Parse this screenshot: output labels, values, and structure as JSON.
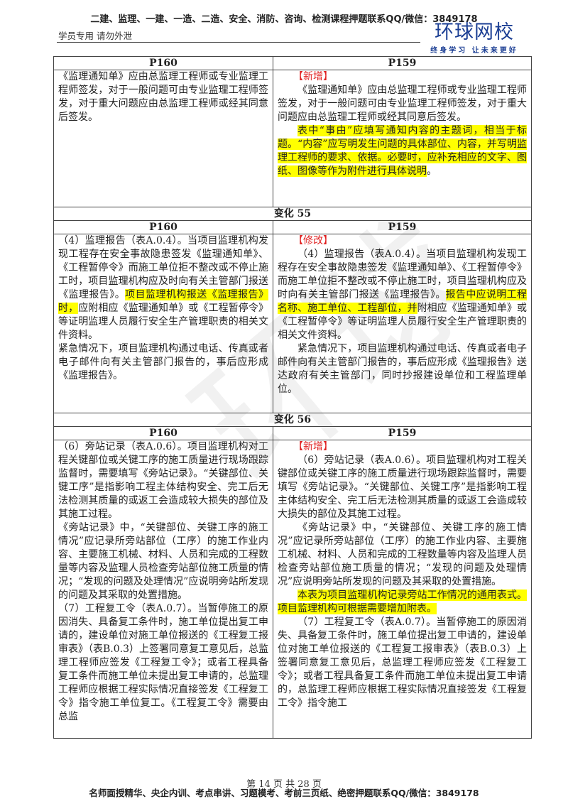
{
  "header": {
    "ad": "二建、监理、一建、一造、二造、安全、消防、咨询、检测课程押题联系QQ/微信：3849178",
    "student_note": "学员专用 请勿外泄",
    "logo": "环球网校",
    "slogan": "终身学习 让未来更好"
  },
  "watermark": "环球",
  "col_headers": {
    "left": "P160",
    "right": "P159"
  },
  "sec1": {
    "left": "《监理通知单》应由总监理工程师或专业监理工程师签发，对于一般问题可由专业监理工程师签发，对于重大问题应由总监理工程师或经其同意后签发。",
    "tag": "【新增】",
    "right_p1": "《监理通知单》应由总监理工程师或专业监理工程师签发，对于一般问题可由专业监理工程师签发，对于重大问题应由总监理工程师或经其同意后签发。",
    "right_p2_hl": "表中“事由”应填写通知内容的主题词，相当于标题。“内容”应写明发生问题的具体部位、内容，并写明监理工程师的要求、依据。必要时，应补充相应的文字、图纸、图像等作为附件进行具体说明",
    "right_p2_end": "。"
  },
  "sec2": {
    "caption": "变化 55",
    "left_a": "（4）监理报告（表A.0.4）。当项目监理机构发现工程存在安全事故隐患签发《监理通知单》、《工程暂停令》而施工单位拒不整改或不停止施工时，项目监理机构应及时向有关主管部门报送《监理报告》。",
    "left_hl": "项目监理机构报送《监理报告》时，",
    "left_b": "应附相应《监理通知单》或《工程暂停令》等证明监理人员履行安全生产管理职责的相关文件资料。",
    "left_p2": "紧急情况下，项目监理机构通过电话、传真或者电子邮件向有关主管部门报告的，事后应形成《监理报告》。",
    "tag": "【修改】",
    "right_a": "（4）监理报告（表A.0.4）。当项目监理机构发现工程存在安全事故隐患签发《监理通知单》、《工程暂停令》而施工单位拒不整改或不停止施工时，项目监理机构应及时向有关主管部门报送《监理报告》。",
    "right_hl": "报告中应说明工程名称、施工单位、工程部位，并",
    "right_b": "附相应《监理通知单》或《工程暂停令》等证明监理人员履行安全生产管理职责的相关文件资料。",
    "right_p2": "紧急情况下，项目监理机构通过电话、传真或者电子邮件向有关主管部门报告的，事后应形成《监理报告》送达政府有关主管部门，同时抄报建设单位和工程监理单位。"
  },
  "sec3": {
    "caption": "变化 56",
    "left_p1": "（6）旁站记录（表A.0.6）。项目监理机构对工程关键部位或关键工序的施工质量进行现场跟踪监督时，需要填写《旁站记录》。“关键部位、关键工序”是指影响工程主体结构安全、完工后无法检测其质量的或返工会造成较大损失的部位及其施工过程。",
    "left_p2": "《旁站记录》中，“关键部位、关键工序的施工情况”应记录所旁站部位（工序）的施工作业内容、主要施工机械、材料、人员和完成的工程数量等内容及监理人员检查旁站部位施工质量的情况；“发现的问题及处理情况”应说明旁站所发现的问题及其采取的处置措施。",
    "left_p3": "（7）工程复工令（表A.0.7）。当暂停施工的原因消失、具备复工条件时，施工单位提出复工申请的，建设单位对施工单位报送的《工程复工报审表》（表B.0.3）上签署同意复工意见后，总监理工程师应签发《工程复工令》；或者工程具备复工条件而施工单位未提出复工申请的，总监理工程师应根据工程实际情况直接签发《工程复工令》指令施工单位复工。《工程复工令》需要由总监",
    "tag": "【新增】",
    "right_p1": "（6）旁站记录（表A.0.6）。项目监理机构对工程关键部位或关键工序的施工质量进行现场跟踪监督时，需要填写《旁站记录》。“关键部位、关键工序”是指影响工程主体结构安全、完工后无法检测其质量的或返工会造成较大损失的部位及其施工过程。",
    "right_p2": "《旁站记录》中，“关键部位、关键工序的施工情况”应记录所旁站部位（工序）的施工作业内容、主要施工机械、材料、人员和完成的工程数量等内容及监理人员检查旁站部位施工质量的情况；“发现的问题及处理情况”应说明旁站所发现的问题及其采取的处置措施。",
    "right_p3_hl": "本表为项目监理机构记录旁站工作情况的通用表式。项目监理机构可根据需要增加附表。",
    "right_p4": "（7）工程复工令（表A.0.7）。当暂停施工的原因消失、具备复工条件时，施工单位提出复工申请的，建设单位对施工单位报送的《工程复工报审表》（表B.0.3）上签署同意复工意见后，总监理工程师应签发《工程复工令》；或者工程具备复工条件而施工单位未提出复工申请的，总监理工程师应根据工程实际情况直接签发《工程复工令》指令施工"
  },
  "footer": {
    "page": "第 14 页 共 28 页",
    "ad": "名师面授精华、央企内训、考点串讲、习题模考、考前三页纸、绝密押题联系QQ/微信：3849178"
  },
  "colors": {
    "highlight": "#ffff00",
    "tag": "#e02020",
    "brand": "#1c3f94"
  }
}
